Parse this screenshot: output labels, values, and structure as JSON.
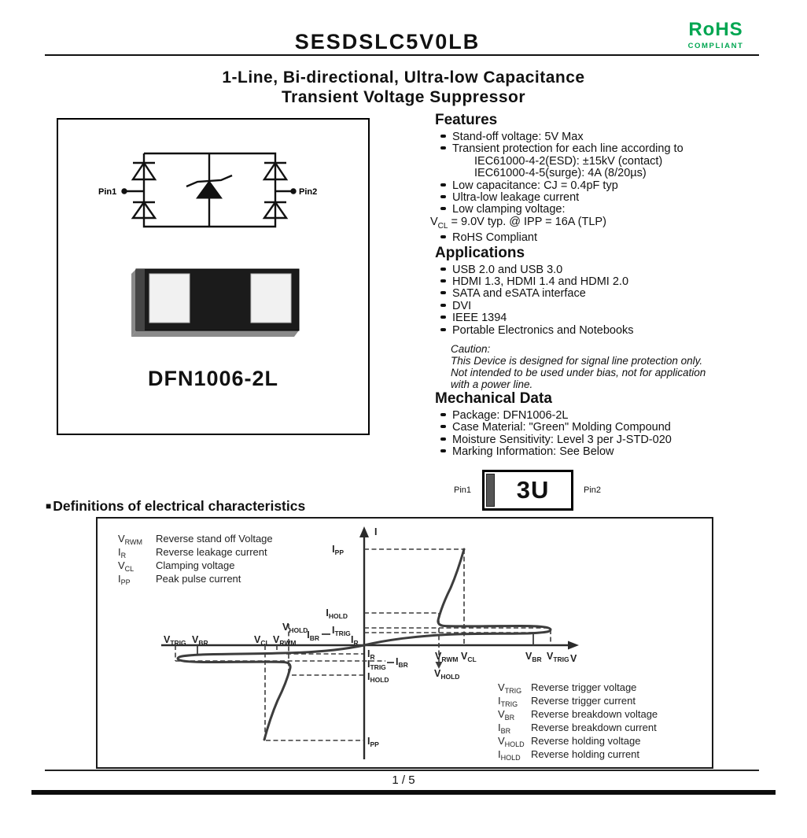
{
  "header": {
    "part_number": "SESDSLC5V0LB",
    "rohs": "RoHS",
    "compliant": "COMPLIANT"
  },
  "colors": {
    "rohs_green": "#00A651",
    "curve": "#3d3d3d"
  },
  "title": {
    "line1": "1-Line, Bi-directional, Ultra-low Capacitance",
    "line2": "Transient Voltage Suppressor"
  },
  "diagram": {
    "pin1": "Pin1",
    "pin2": "Pin2",
    "package_name": "DFN1006-2L"
  },
  "features": {
    "heading": "Features",
    "items": [
      {
        "text": "Stand-off voltage: 5V Max"
      },
      {
        "text": "Transient protection for each line according to"
      },
      {
        "text": "IEC61000-4-2(ESD): ±15kV (contact)"
      },
      {
        "text": "IEC61000-4-5(surge): 4A (8/20µs)"
      },
      {
        "text": "Low capacitance: CJ = 0.4pF typ"
      },
      {
        "text": "Ultra-low leakage current"
      },
      {
        "text": "Low clamping voltage:"
      },
      {
        "pre": "V",
        "sub": "CL",
        "post": " = 9.0V typ. @ IPP = 16A (TLP)"
      },
      {
        "text": "RoHS Compliant"
      }
    ]
  },
  "applications": {
    "heading": "Applications",
    "items": [
      {
        "text": "USB 2.0 and USB 3.0"
      },
      {
        "text": "HDMI 1.3, HDMI 1.4 and HDMI 2.0"
      },
      {
        "text": "SATA and eSATA interface"
      },
      {
        "text": "DVI"
      },
      {
        "text": "IEEE 1394"
      },
      {
        "text": "Portable Electronics and Notebooks"
      }
    ]
  },
  "caution": {
    "title": "Caution:",
    "lines": [
      "This Device is designed for signal line protection only.",
      "Not intended to be used under bias, not for application",
      "with a power line."
    ]
  },
  "mechanical": {
    "heading": "Mechanical Data",
    "items": [
      {
        "text": "Package: DFN1006-2L"
      },
      {
        "text": "Case Material: \"Green\" Molding Compound"
      },
      {
        "text": "Moisture Sensitivity: Level 3 per J-STD-020"
      },
      {
        "text": "Marking Information: See Below"
      }
    ],
    "marking": {
      "pin1": "Pin1",
      "pin2": "Pin2",
      "code": "3U"
    }
  },
  "definitions": {
    "marker": "■",
    "heading": "Definitions of electrical characteristics"
  },
  "graph": {
    "axis": {
      "i": "I",
      "v": "V"
    },
    "legend_left": [
      {
        "sym": {
          "m": "V",
          "s": "RWM"
        },
        "desc": "Reverse stand off Voltage"
      },
      {
        "sym": {
          "m": "I",
          "s": "R"
        },
        "desc": "Reverse leakage current"
      },
      {
        "sym": {
          "m": "V",
          "s": "CL"
        },
        "desc": "Clamping voltage"
      },
      {
        "sym": {
          "m": "I",
          "s": "PP"
        },
        "desc": "Peak pulse current"
      }
    ],
    "legend_right": [
      {
        "sym": {
          "m": "V",
          "s": "TRIG"
        },
        "desc": "Reverse trigger voltage"
      },
      {
        "sym": {
          "m": "I",
          "s": "TRIG"
        },
        "desc": "Reverse trigger current"
      },
      {
        "sym": {
          "m": "V",
          "s": "BR"
        },
        "desc": "Reverse breakdown voltage"
      },
      {
        "sym": {
          "m": "I",
          "s": "BR"
        },
        "desc": "Reverse breakdown current"
      },
      {
        "sym": {
          "m": "V",
          "s": "HOLD"
        },
        "desc": "Reverse holding voltage"
      },
      {
        "sym": {
          "m": "I",
          "s": "HOLD"
        },
        "desc": "Reverse holding current"
      }
    ],
    "ann": {
      "ipp_top": {
        "m": "I",
        "s": "PP"
      },
      "ihold_top": {
        "m": "I",
        "s": "HOLD"
      },
      "ibr_top": {
        "m": "I",
        "s": "BR"
      },
      "itrig_top": {
        "m": "I",
        "s": "TRIG"
      },
      "ir_top": {
        "m": "I",
        "s": "R"
      },
      "ir_bot": {
        "m": "I",
        "s": "R"
      },
      "itrig_bot": {
        "m": "I",
        "s": "TRIG"
      },
      "ibr_bot": {
        "m": "I",
        "s": "BR"
      },
      "ihold_bot": {
        "m": "I",
        "s": "HOLD"
      },
      "ipp_bot": {
        "m": "I",
        "s": "PP"
      },
      "vtrig_left": {
        "m": "V",
        "s": "TRIG"
      },
      "vbr_left": {
        "m": "V",
        "s": "BR"
      },
      "vcl_left": {
        "m": "V",
        "s": "CL"
      },
      "vrwm_left": {
        "m": "V",
        "s": "RWM"
      },
      "vhold_left": {
        "m": "V",
        "s": "HOLD"
      },
      "vrwm_right": {
        "m": "V",
        "s": "RWM"
      },
      "vcl_right": {
        "m": "V",
        "s": "CL"
      },
      "vbr_right": {
        "m": "V",
        "s": "BR"
      },
      "vtrig_right": {
        "m": "V",
        "s": "TRIG"
      },
      "vhold_right": {
        "m": "V",
        "s": "HOLD"
      }
    }
  },
  "footer": {
    "page": "1 / 5"
  }
}
